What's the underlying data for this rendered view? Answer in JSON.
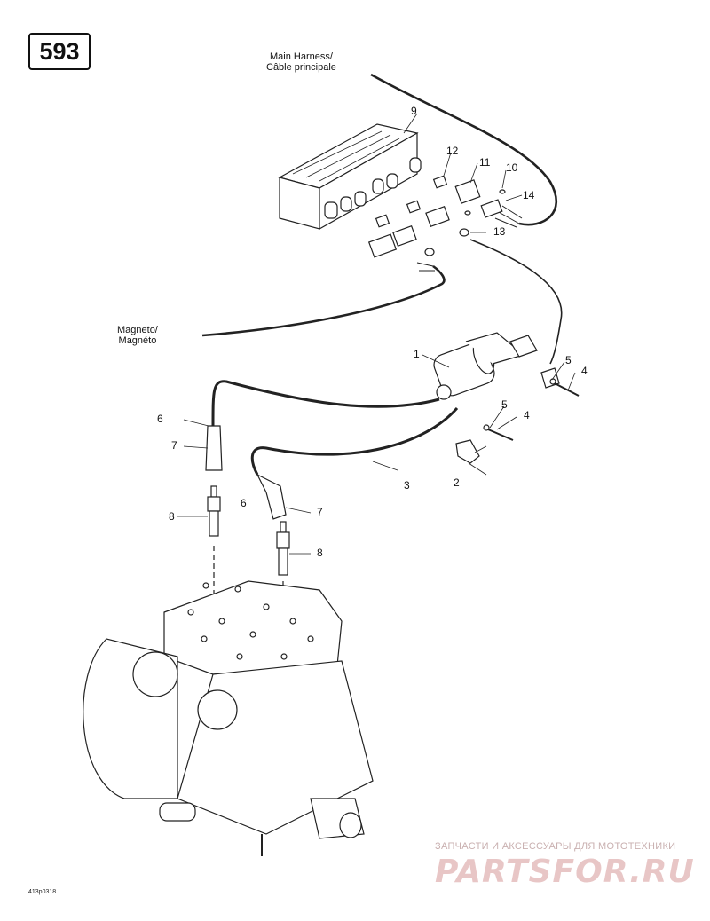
{
  "page_number": "593",
  "labels": {
    "main_harness": [
      "Main Harness/",
      "Câble principale"
    ],
    "magneto": [
      "Magneto/",
      "Magnéto"
    ]
  },
  "callouts": {
    "c1": "1",
    "c2": "2",
    "c3": "3",
    "c4a": "4",
    "c4b": "4",
    "c5a": "5",
    "c5b": "5",
    "c6a": "6",
    "c6b": "6",
    "c7a": "7",
    "c7b": "7",
    "c8a": "8",
    "c8b": "8",
    "c9": "9",
    "c10": "10",
    "c11": "11",
    "c12": "12",
    "c13": "13",
    "c14": "14"
  },
  "reference_code": "413p0318",
  "watermark": {
    "tagline": "ЗАПЧАСТИ И АКСЕССУАРЫ ДЛЯ МОТОТЕХНИКИ",
    "logo": "PARTSFOR.RU"
  }
}
